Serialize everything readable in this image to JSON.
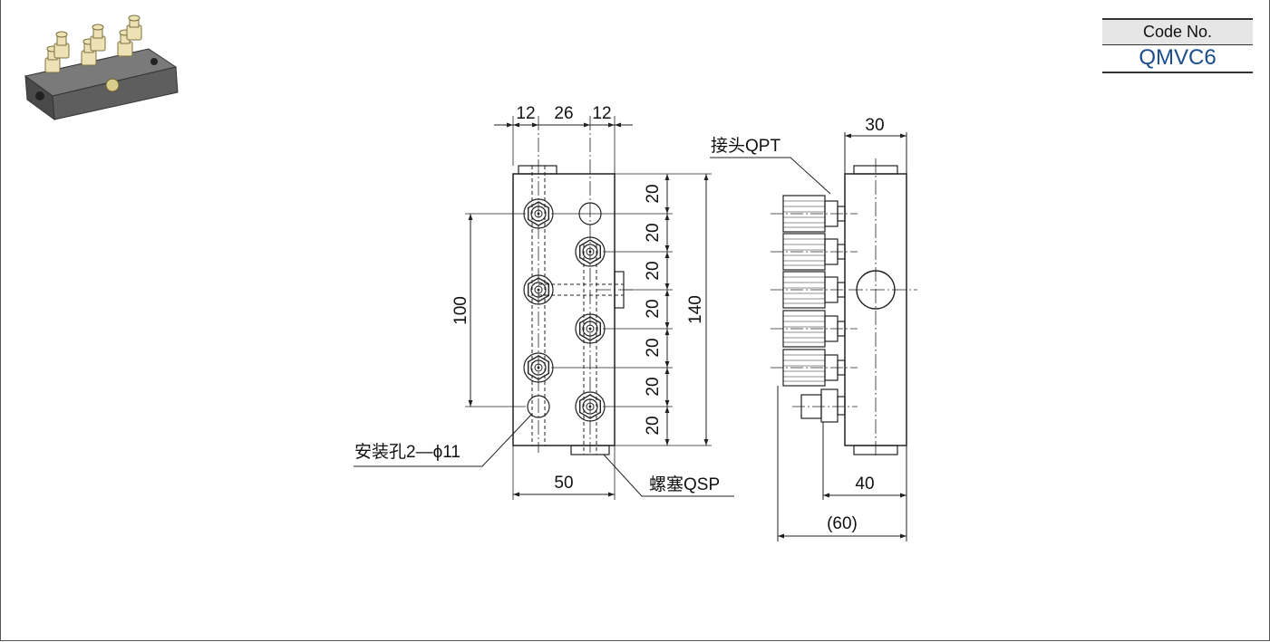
{
  "title_block": {
    "label": "Code No.",
    "value": "QMVC6"
  },
  "colors": {
    "model_code": "#1b4e8c",
    "line": "#222222",
    "photo_body": "#5b5b5b",
    "photo_fitting": "#e8deaf"
  },
  "icons": {
    "product_photo": "product-3d-render-icon"
  },
  "front_view": {
    "top_dims": [
      "12",
      "26",
      "12"
    ],
    "right_dims": [
      "20",
      "20",
      "20",
      "20",
      "20",
      "20",
      "20"
    ],
    "height_total": "140",
    "hole_pitch": "100",
    "width": "50",
    "callout_mount_hole": "安装孔2—ϕ11",
    "callout_plug": "螺塞QSP"
  },
  "side_view": {
    "width_top": "30",
    "callout_fitting": "接头QPT",
    "depth_body": "40",
    "depth_overall": "(60)"
  }
}
